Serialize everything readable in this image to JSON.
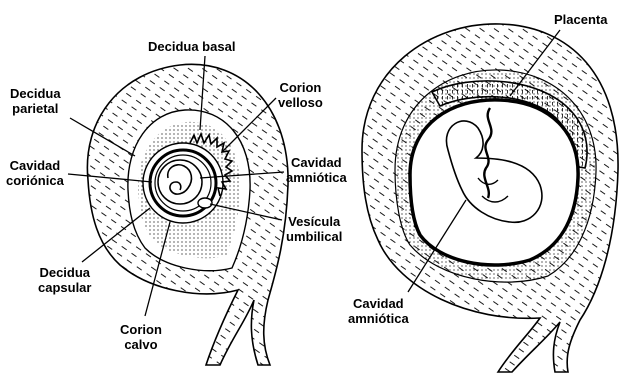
{
  "labels": {
    "decidua_basal": {
      "line1": "Decidua basal"
    },
    "decidua_parietal": {
      "line1": "Decidua",
      "line2": "parietal"
    },
    "corion_velloso": {
      "line1": "Corion",
      "line2": "velloso"
    },
    "cavidad_corionica": {
      "line1": "Cavidad",
      "line2": "coriónica"
    },
    "cavidad_amniotica_left": {
      "line1": "Cavidad",
      "line2": "amniótica"
    },
    "vesicula_umbilical": {
      "line1": "Vesícula",
      "line2": "umbilical"
    },
    "decidua_capsular": {
      "line1": "Decidua",
      "line2": "capsular"
    },
    "corion_calvo": {
      "line1": "Corion",
      "line2": "calvo"
    },
    "placenta": {
      "line1": "Placenta"
    },
    "cavidad_amniotica_right": {
      "line1": "Cavidad",
      "line2": "amniótica"
    }
  },
  "colors": {
    "ink": "#000000",
    "paper": "#ffffff",
    "shade": "#d9d9d9"
  }
}
